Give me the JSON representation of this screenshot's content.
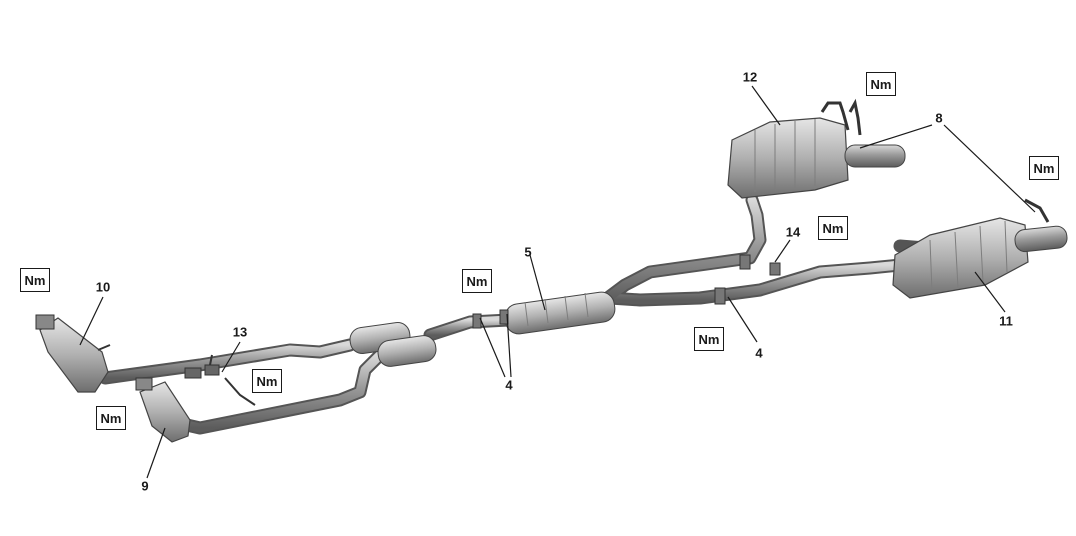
{
  "colors": {
    "pipe": "#8c8c8c",
    "pipe_dark": "#555555",
    "muffler": "#b3b3b3",
    "leader": "#1a1a1a",
    "background": "#ffffff"
  },
  "torque_symbol_label": "Nm",
  "callouts": {
    "c4a": "4",
    "c4b": "4",
    "c5": "5",
    "c8": "8",
    "c9": "9",
    "c10": "10",
    "c11": "11",
    "c12": "12",
    "c13": "13",
    "c14": "14"
  }
}
